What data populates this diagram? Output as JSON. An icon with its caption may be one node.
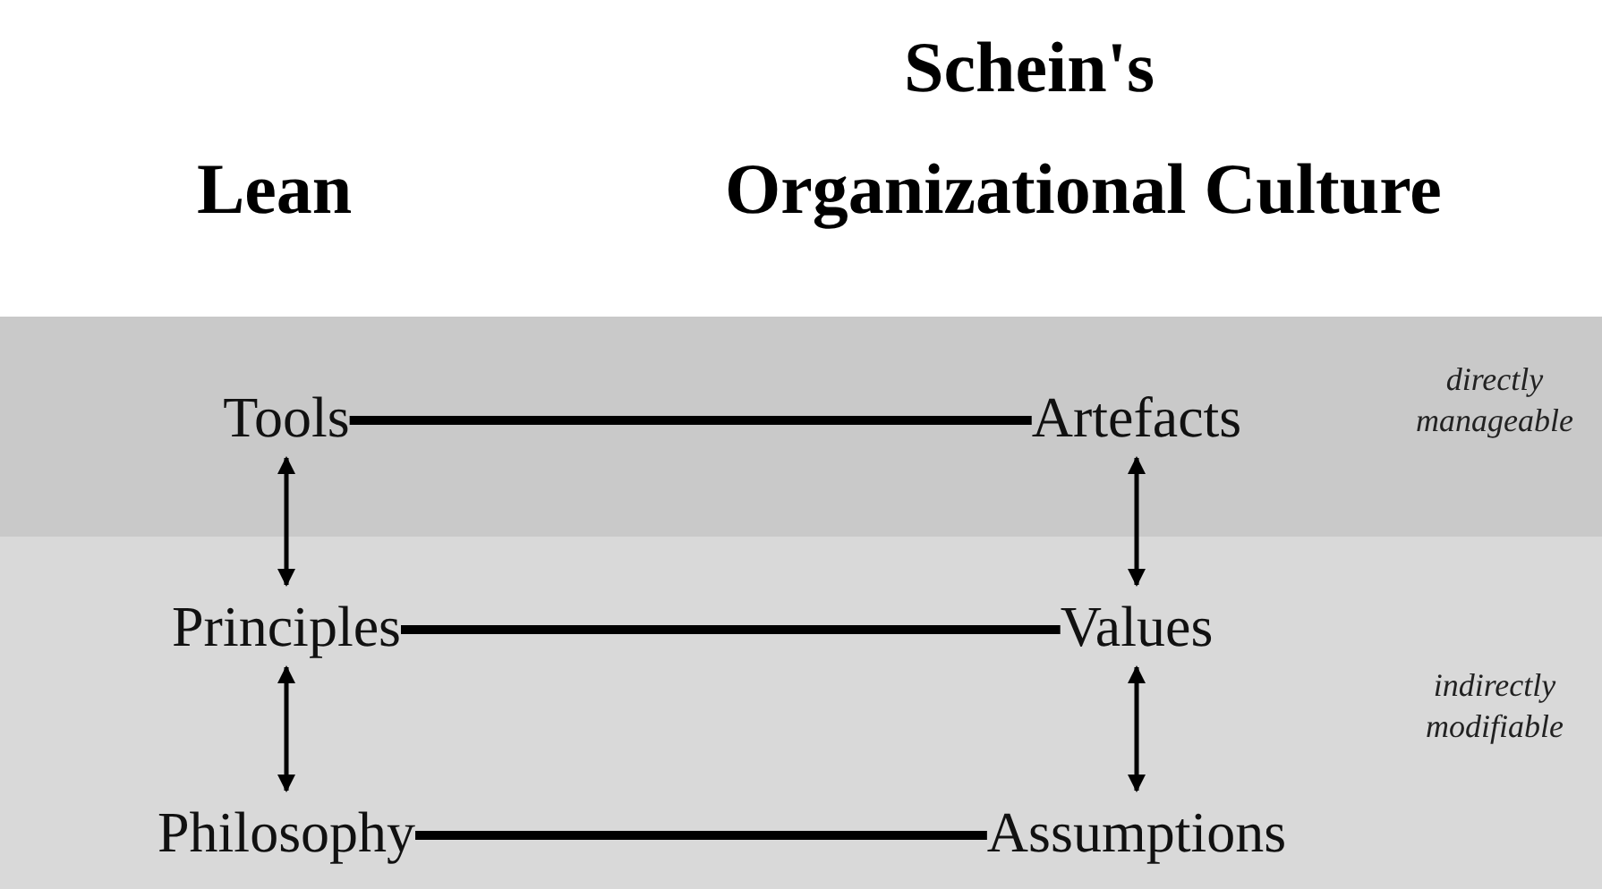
{
  "diagram": {
    "nodes": [
      {
        "text": [
          "directly manageable"
        ]
      },
      {
        "text": [
          "Tools"
        ],
        "in": 0
      },
      {
        "text": [
          "Artefacts"
        ],
        "in": 0
      },
      {
        "text": [
          "indirectly modifiable"
        ]
      },
      {
        "text": [
          "Principles"
        ],
        "in": 3
      },
      {
        "text": [
          "Values"
        ],
        "in": 3
      },
      {
        "text": [
          "Philosophy"
        ],
        "in": 3
      },
      {
        "text": [
          "Assumptions"
        ],
        "in": 3
      }
    ],
    "edges": [
      {
        "from": 1,
        "to": 2,
        "arrow": "none",
        "style": "thick"
      },
      {
        "from": 4,
        "to": 5,
        "arrow": "none",
        "style": "thick"
      },
      {
        "from": 6,
        "to": 7,
        "arrow": "none",
        "style": "thick"
      },
      {
        "from": 1,
        "to": 4,
        "arrow": "both"
      },
      {
        "from": 4,
        "to": 6,
        "arrow": "both"
      },
      {
        "from": 2,
        "to": 5,
        "arrow": "both"
      },
      {
        "from": 5,
        "to": 7,
        "arrow": "both"
      }
    ],
    "labels": [
      "Schein's",
      "Lean",
      "Organizational Culture"
    ]
  }
}
